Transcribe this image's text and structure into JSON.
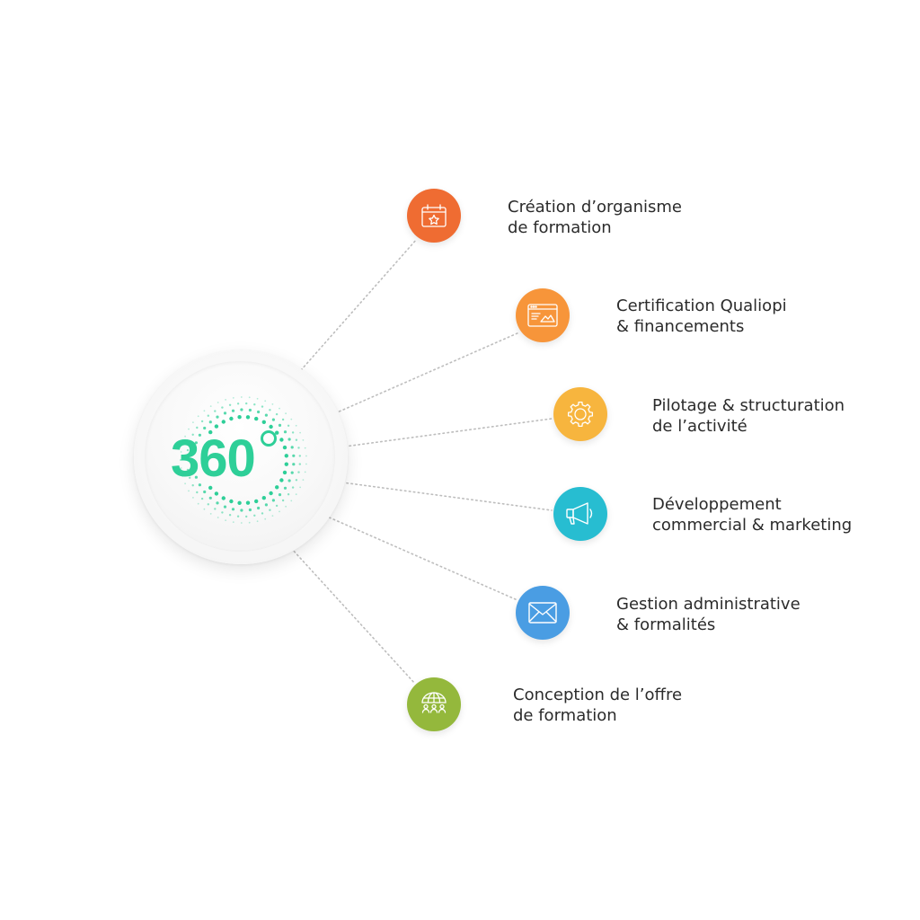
{
  "hub": {
    "text": "360",
    "accent_color": "#2ecf98"
  },
  "items": [
    {
      "line1": "Création d’organisme",
      "line2": "de formation",
      "color": "#ef6c32",
      "icon": "calendar-star-icon"
    },
    {
      "line1": "Certification Qualiopi",
      "line2": "& financements",
      "color": "#f7953a",
      "icon": "browser-window-icon"
    },
    {
      "line1": "Pilotage & structuration",
      "line2": "de l’activité",
      "color": "#f7b53e",
      "icon": "gear-icon"
    },
    {
      "line1": "Développement",
      "line2": "commercial & marketing",
      "color": "#27bdd1",
      "icon": "megaphone-icon"
    },
    {
      "line1": "Gestion administrative",
      "line2": "& formalités",
      "color": "#4a9de3",
      "icon": "envelope-icon"
    },
    {
      "line1": "Conception de l’offre",
      "line2": "de formation",
      "color": "#94b83c",
      "icon": "globe-people-icon"
    }
  ]
}
